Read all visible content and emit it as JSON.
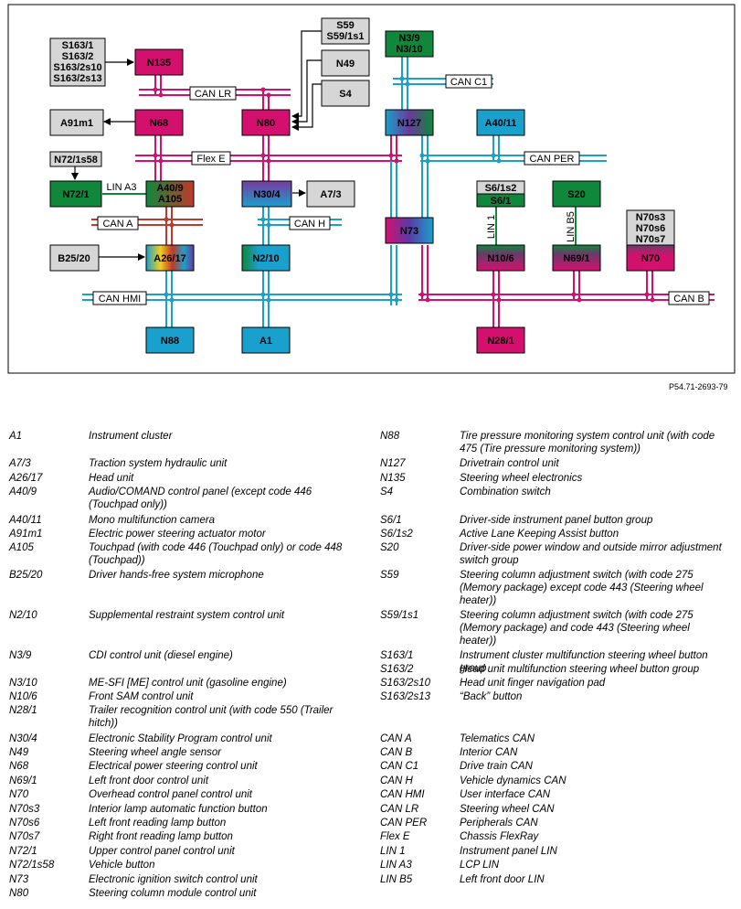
{
  "reference": "P54.71-2693-79",
  "colors": {
    "magenta": "#d4106e",
    "cyan": "#1aa0cc",
    "green": "#10883c",
    "red": "#c0392b",
    "grey": "#d6d6d6"
  },
  "modules": {
    "S163": "S163/1\nS163/2\nS163/2s10\nS163/2s13",
    "N135": "N135",
    "S59": "S59\nS59/1s1",
    "N49": "N49",
    "S4": "S4",
    "N39": "N3/9\nN3/10",
    "A91m1": "A91m1",
    "N68": "N68",
    "N80": "N80",
    "N127": "N127",
    "A4011": "A40/11",
    "N72s58": "N72/1s58",
    "N721": "N72/1",
    "A409": "A40/9\nA105",
    "N304": "N30/4",
    "A73": "A7/3",
    "S61s2": "S6/1s2",
    "S61": "S6/1",
    "S20": "S20",
    "N70s": "N70s3\nN70s6\nN70s7",
    "N73": "N73",
    "B2520": "B25/20",
    "A2617": "A26/17",
    "N210": "N2/10",
    "N106": "N10/6",
    "N691": "N69/1",
    "N70": "N70",
    "N88": "N88",
    "A1": "A1",
    "N281": "N28/1"
  },
  "bus_labels": {
    "can_lr": "CAN LR",
    "can_c1": "CAN C1",
    "flex_e": "Flex E",
    "can_per": "CAN PER",
    "lin_a3": "LIN A3",
    "can_a": "CAN A",
    "can_h": "CAN H",
    "lin_1": "LIN 1",
    "lin_b5": "LIN B5",
    "can_hmi": "CAN HMI",
    "can_b": "CAN B"
  },
  "legend_left": [
    {
      "code": "A1",
      "desc": "Instrument cluster"
    },
    {
      "code": "A7/3",
      "desc": "Traction system hydraulic unit"
    },
    {
      "code": "A26/17",
      "desc": "Head unit"
    },
    {
      "code": "A40/9",
      "desc": "Audio/COMAND control panel (except code 446 (Touchpad only))"
    },
    {
      "code": "A40/11",
      "desc": "Mono multifunction camera"
    },
    {
      "code": "A91m1",
      "desc": "Electric power steering actuator motor"
    },
    {
      "code": "A105",
      "desc": "Touchpad (with code 446 (Touchpad only) or code 448 (Touchpad))"
    },
    {
      "code": "B25/20",
      "desc": "Driver hands-free system microphone"
    },
    {
      "code": "N2/10",
      "desc": "Supplemental restraint system control unit"
    },
    {
      "code": "N3/9",
      "desc": "CDI control unit (diesel engine)"
    },
    {
      "code": "N3/10",
      "desc": "ME-SFI [ME] control unit (gasoline engine)"
    },
    {
      "code": "N10/6",
      "desc": "Front SAM control unit"
    },
    {
      "code": "N28/1",
      "desc": "Trailer recognition control unit (with code 550 (Trailer hitch))"
    },
    {
      "code": "N30/4",
      "desc": "Electronic Stability Program control unit"
    },
    {
      "code": "N49",
      "desc": "Steering wheel angle sensor"
    },
    {
      "code": "N68",
      "desc": "Electrical power steering control unit"
    },
    {
      "code": "N69/1",
      "desc": "Left front door control unit"
    },
    {
      "code": "N70",
      "desc": "Overhead control panel control unit"
    },
    {
      "code": "N70s3",
      "desc": "Interior lamp automatic function button"
    },
    {
      "code": "N70s6",
      "desc": "Left front reading lamp button"
    },
    {
      "code": "N70s7",
      "desc": "Right front reading lamp button"
    },
    {
      "code": "N72/1",
      "desc": "Upper control panel control unit"
    },
    {
      "code": "N72/1s58",
      "desc": "Vehicle button"
    },
    {
      "code": "N73",
      "desc": "Electronic ignition switch control unit"
    },
    {
      "code": "N80",
      "desc": "Steering column module control unit"
    }
  ],
  "legend_right": [
    {
      "code": "N88",
      "desc": "Tire pressure monitoring system control unit (with code 475 (Tire pressure monitoring system))"
    },
    {
      "code": "N127",
      "desc": "Drivetrain control unit"
    },
    {
      "code": "N135",
      "desc": "Steering wheel electronics"
    },
    {
      "code": "S4",
      "desc": "Combination switch"
    },
    {
      "code": "S6/1",
      "desc": "Driver-side instrument panel button group"
    },
    {
      "code": "S6/1s2",
      "desc": "Active Lane Keeping Assist button"
    },
    {
      "code": "S20",
      "desc": "Driver-side power window and outside mirror adjustment switch group"
    },
    {
      "code": "S59",
      "desc": "Steering column adjustment switch (with code 275 (Memory package) except code 443 (Steering wheel heater))"
    },
    {
      "code": "S59/1s1",
      "desc": "Steering column adjustment switch (with code 275 (Memory package) and code 443 (Steering wheel heater))"
    },
    {
      "code": "S163/1",
      "desc": "Instrument cluster multifunction steering wheel button group"
    },
    {
      "code": "S163/2",
      "desc": "Head unit multifunction steering wheel button group"
    },
    {
      "code": "S163/2s10",
      "desc": "Head unit finger navigation pad"
    },
    {
      "code": "S163/2s13",
      "desc": "“Back” button"
    },
    {
      "code": "CAN A",
      "desc": "Telematics CAN"
    },
    {
      "code": "CAN B",
      "desc": "Interior CAN"
    },
    {
      "code": "CAN C1",
      "desc": "Drive train CAN"
    },
    {
      "code": "CAN H",
      "desc": "Vehicle dynamics CAN"
    },
    {
      "code": "CAN HMI",
      "desc": "User interface CAN"
    },
    {
      "code": "CAN LR",
      "desc": "Steering wheel CAN"
    },
    {
      "code": "CAN PER",
      "desc": "Peripherals CAN"
    },
    {
      "code": "Flex E",
      "desc": "Chassis FlexRay"
    },
    {
      "code": "LIN 1",
      "desc": "Instrument panel LIN"
    },
    {
      "code": "LIN A3",
      "desc": "LCP LIN"
    },
    {
      "code": "LIN B5",
      "desc": "Left front door LIN"
    }
  ]
}
